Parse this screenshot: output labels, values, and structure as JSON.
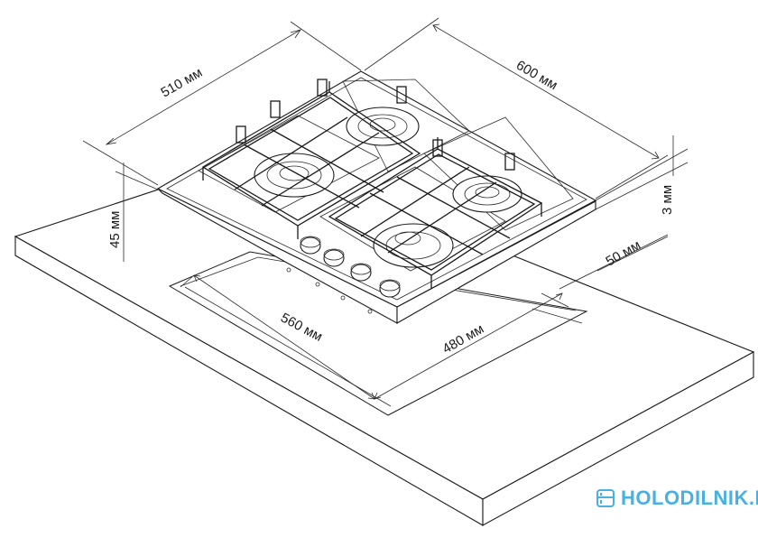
{
  "dimensions": {
    "width_top": "510 мм",
    "depth_top": "600 мм",
    "glass_thickness": "3 мм",
    "height": "45 мм",
    "edge_offset": "50 мм",
    "cutout_width": "560 мм",
    "cutout_depth": "480 мм"
  },
  "brand": {
    "text": "HOLODILNIK.BY",
    "color": "#4ab0e0",
    "icon": "fridge-icon"
  },
  "colors": {
    "line": "#1a1a1a",
    "background": "#ffffff"
  }
}
